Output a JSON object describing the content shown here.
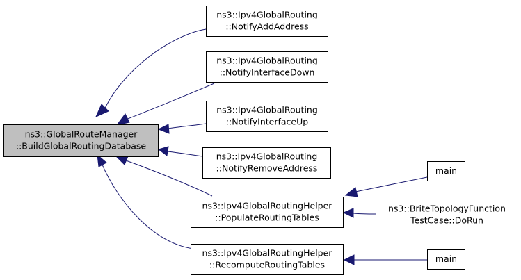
{
  "colors": {
    "edge": "#191970",
    "root_fill": "#bfbfbf",
    "node_fill": "#ffffff",
    "border": "#000000"
  },
  "nodes": [
    {
      "id": "root",
      "lines": [
        "ns3::GlobalRouteManager",
        "::BuildGlobalRoutingDatabase"
      ],
      "highlighted": true
    },
    {
      "id": "notify-add-address",
      "lines": [
        "ns3::Ipv4GlobalRouting",
        "::NotifyAddAddress"
      ],
      "highlighted": false
    },
    {
      "id": "notify-interface-down",
      "lines": [
        "ns3::Ipv4GlobalRouting",
        "::NotifyInterfaceDown"
      ],
      "highlighted": false
    },
    {
      "id": "notify-interface-up",
      "lines": [
        "ns3::Ipv4GlobalRouting",
        "::NotifyInterfaceUp"
      ],
      "highlighted": false
    },
    {
      "id": "notify-remove-address",
      "lines": [
        "ns3::Ipv4GlobalRouting",
        "::NotifyRemoveAddress"
      ],
      "highlighted": false
    },
    {
      "id": "populate-routing-tables",
      "lines": [
        "ns3::Ipv4GlobalRoutingHelper",
        "::PopulateRoutingTables"
      ],
      "highlighted": false
    },
    {
      "id": "recompute-routing-tables",
      "lines": [
        "ns3::Ipv4GlobalRoutingHelper",
        "::RecomputeRoutingTables"
      ],
      "highlighted": false
    },
    {
      "id": "main-1",
      "lines": [
        "main"
      ],
      "highlighted": false
    },
    {
      "id": "brite-do-run",
      "lines": [
        "ns3::BriteTopologyFunction",
        "TestCase::DoRun"
      ],
      "highlighted": false
    },
    {
      "id": "main-2",
      "lines": [
        "main"
      ],
      "highlighted": false
    }
  ],
  "edges": [
    {
      "from": "notify-add-address",
      "to": "root"
    },
    {
      "from": "notify-interface-down",
      "to": "root"
    },
    {
      "from": "notify-interface-up",
      "to": "root"
    },
    {
      "from": "notify-remove-address",
      "to": "root"
    },
    {
      "from": "populate-routing-tables",
      "to": "root"
    },
    {
      "from": "recompute-routing-tables",
      "to": "root"
    },
    {
      "from": "main-1",
      "to": "populate-routing-tables"
    },
    {
      "from": "brite-do-run",
      "to": "populate-routing-tables"
    },
    {
      "from": "main-2",
      "to": "recompute-routing-tables"
    }
  ]
}
